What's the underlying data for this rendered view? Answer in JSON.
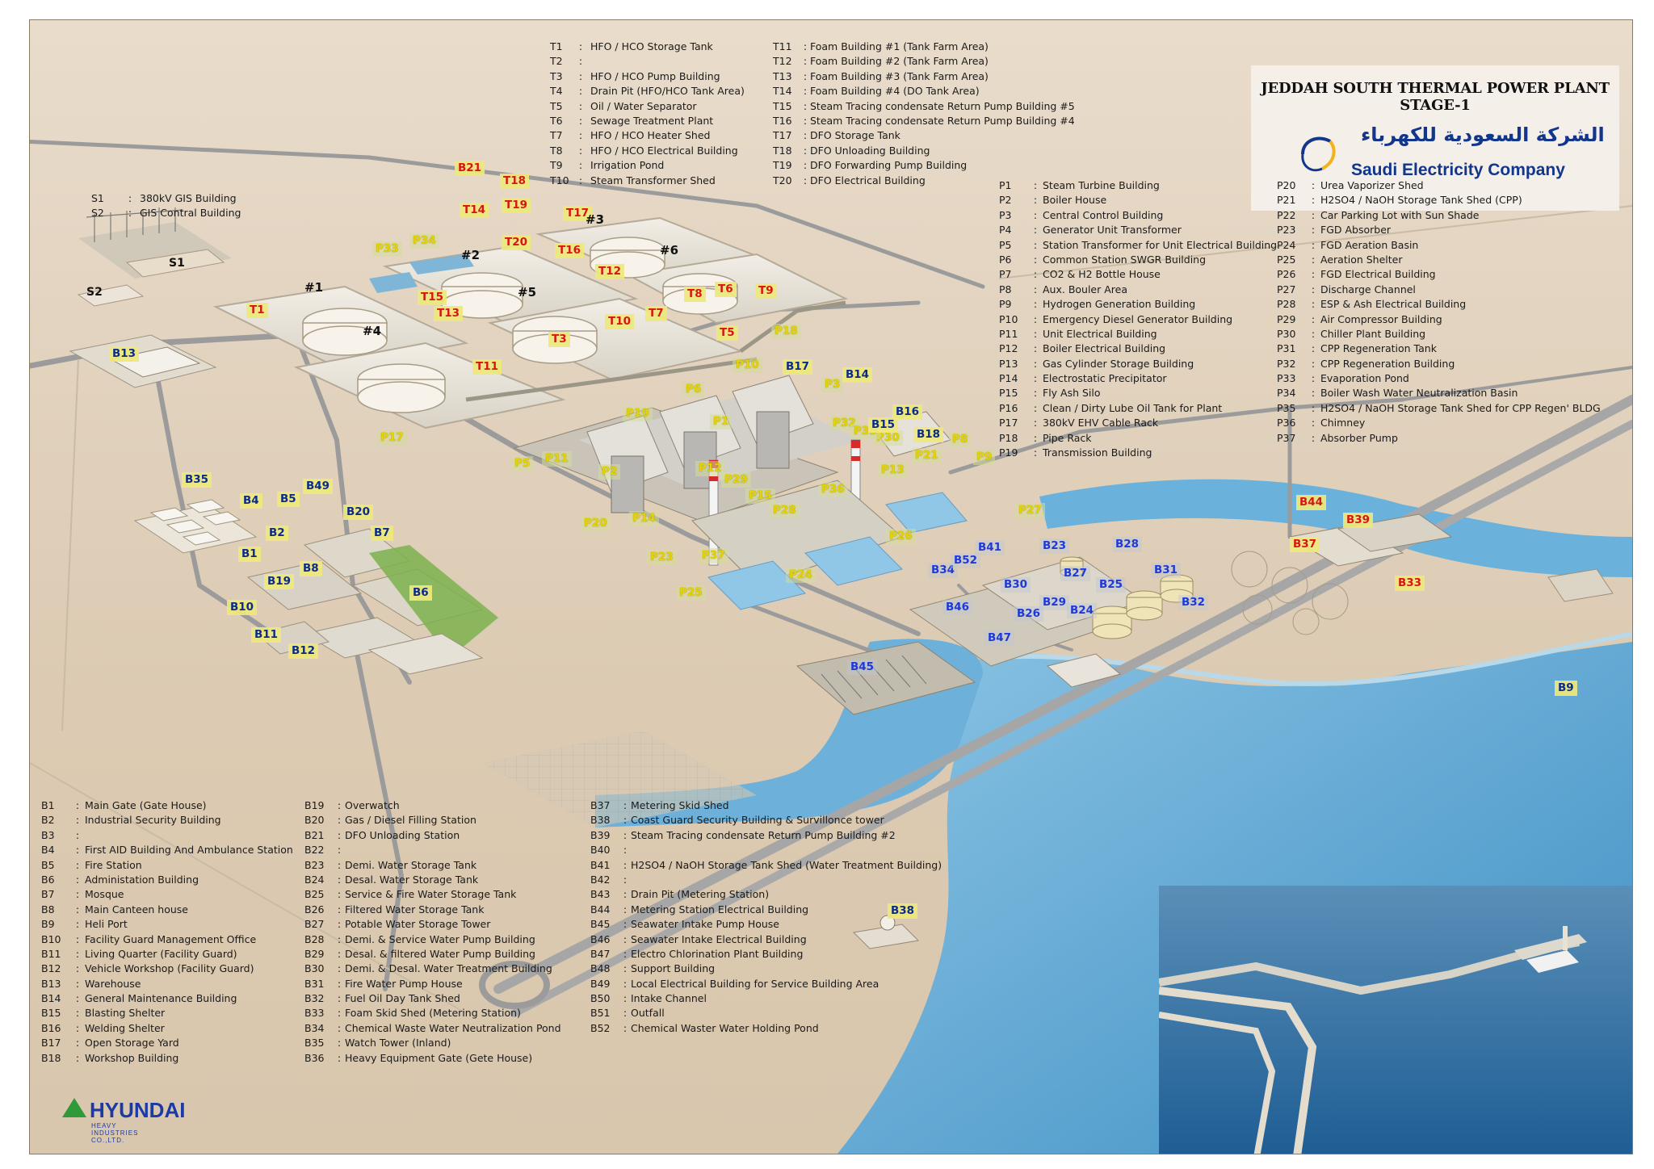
{
  "title": "JEDDAH SOUTH THERMAL POWER PLANT STAGE-1",
  "company": {
    "name_ar": "الشركة السعودية للكهرباء",
    "name_en": "Saudi Electricity Company"
  },
  "contractor": {
    "name": "HYUNDAI",
    "subtitle": "HEAVY INDUSTRIES CO.,LTD."
  },
  "colors": {
    "sand": "#e2d3bf",
    "sea": "#4f9ecf",
    "road": "#8f8f8f",
    "label_bg": "#eee87c",
    "blue_label": "#0b2b8c",
    "red_label": "#d81515",
    "yellow_label": "#e8d400"
  },
  "legend_s": [
    {
      "code": "S1",
      "desc": "380kV GIS Building"
    },
    {
      "code": "S2",
      "desc": "GIS Contral Building"
    }
  ],
  "legend_t1": [
    {
      "code": "T1",
      "desc": "HFO / HCO Storage Tank"
    },
    {
      "code": "T2",
      "desc": ""
    },
    {
      "code": "T3",
      "desc": "HFO / HCO Pump Building"
    },
    {
      "code": "T4",
      "desc": "Drain Pit (HFO/HCO Tank Area)"
    },
    {
      "code": "T5",
      "desc": "Oil / Water Separator"
    },
    {
      "code": "T6",
      "desc": "Sewage Treatment Plant"
    },
    {
      "code": "T7",
      "desc": "HFO / HCO Heater Shed"
    },
    {
      "code": "T8",
      "desc": "HFO / HCO Electrical Building"
    },
    {
      "code": "T9",
      "desc": "Irrigation Pond"
    },
    {
      "code": "T10",
      "desc": "Steam Transformer Shed"
    }
  ],
  "legend_t2": [
    {
      "code": "T11",
      "desc": "Foam Building #1 (Tank Farm Area)"
    },
    {
      "code": "T12",
      "desc": "Foam Building #2 (Tank Farm Area)"
    },
    {
      "code": "T13",
      "desc": "Foam Building #3 (Tank Farm Area)"
    },
    {
      "code": "T14",
      "desc": "Foam Building #4 (DO Tank Area)"
    },
    {
      "code": "T15",
      "desc": "Steam Tracing condensate Return Pump Building #5"
    },
    {
      "code": "T16",
      "desc": "Steam Tracing condensate Return Pump Building #4"
    },
    {
      "code": "T17",
      "desc": "DFO Storage Tank"
    },
    {
      "code": "T18",
      "desc": "DFO Unloading Building"
    },
    {
      "code": "T19",
      "desc": "DFO Forwarding Pump Building"
    },
    {
      "code": "T20",
      "desc": "DFO Electrical Building"
    }
  ],
  "legend_p1": [
    {
      "code": "P1",
      "desc": "Steam Turbine Building"
    },
    {
      "code": "P2",
      "desc": "Boiler House"
    },
    {
      "code": "P3",
      "desc": "Central Control Building"
    },
    {
      "code": "P4",
      "desc": "Generator Unit Transformer"
    },
    {
      "code": "P5",
      "desc": "Station Transformer for Unit Electrical Building"
    },
    {
      "code": "P6",
      "desc": "Common Station SWGR Building"
    },
    {
      "code": "P7",
      "desc": "CO2 & H2 Bottle House"
    },
    {
      "code": "P8",
      "desc": "Aux. Bouler Area"
    },
    {
      "code": "P9",
      "desc": "Hydrogen Generation Building"
    },
    {
      "code": "P10",
      "desc": "Emergency Diesel Generator Building"
    },
    {
      "code": "P11",
      "desc": "Unit Electrical Building"
    },
    {
      "code": "P12",
      "desc": "Boiler Electrical Building"
    },
    {
      "code": "P13",
      "desc": "Gas Cylinder Storage Building"
    },
    {
      "code": "P14",
      "desc": "Electrostatic Precipitator"
    },
    {
      "code": "P15",
      "desc": "Fly Ash Silo"
    },
    {
      "code": "P16",
      "desc": "Clean / Dirty Lube Oil Tank for Plant"
    },
    {
      "code": "P17",
      "desc": "380kV EHV Cable Rack"
    },
    {
      "code": "P18",
      "desc": "Pipe Rack"
    },
    {
      "code": "P19",
      "desc": "Transmission Building"
    }
  ],
  "legend_p2": [
    {
      "code": "P20",
      "desc": "Urea Vaporizer Shed"
    },
    {
      "code": "P21",
      "desc": "H2SO4 / NaOH Storage Tank Shed (CPP)"
    },
    {
      "code": "P22",
      "desc": "Car Parking Lot with Sun Shade"
    },
    {
      "code": "P23",
      "desc": "FGD Absorber"
    },
    {
      "code": "P24",
      "desc": "FGD Aeration Basin"
    },
    {
      "code": "P25",
      "desc": "Aeration Shelter"
    },
    {
      "code": "P26",
      "desc": "FGD Electrical Building"
    },
    {
      "code": "P27",
      "desc": "Discharge Channel"
    },
    {
      "code": "P28",
      "desc": "ESP & Ash Electrical Building"
    },
    {
      "code": "P29",
      "desc": "Air Compressor Building"
    },
    {
      "code": "P30",
      "desc": "Chiller Plant Building"
    },
    {
      "code": "P31",
      "desc": "CPP Regeneration Tank"
    },
    {
      "code": "P32",
      "desc": "CPP Regeneration Building"
    },
    {
      "code": "P33",
      "desc": "Evaporation Pond"
    },
    {
      "code": "P34",
      "desc": "Boiler Wash Water Neutralization Basin"
    },
    {
      "code": "P35",
      "desc": "H2SO4 / NaOH Storage Tank Shed for CPP Regen' BLDG"
    },
    {
      "code": "P36",
      "desc": "Chimney"
    },
    {
      "code": "P37",
      "desc": "Absorber Pump"
    }
  ],
  "legend_b1": [
    {
      "code": "B1",
      "desc": "Main Gate (Gate House)"
    },
    {
      "code": "B2",
      "desc": "Industrial Security Building"
    },
    {
      "code": "B3",
      "desc": ""
    },
    {
      "code": "B4",
      "desc": "First AID Building And Ambulance Station"
    },
    {
      "code": "B5",
      "desc": "Fire Station"
    },
    {
      "code": "B6",
      "desc": "Administation Building"
    },
    {
      "code": "B7",
      "desc": "Mosque"
    },
    {
      "code": "B8",
      "desc": "Main Canteen house"
    },
    {
      "code": "B9",
      "desc": "Heli Port"
    },
    {
      "code": "B10",
      "desc": "Facility Guard Management Office"
    },
    {
      "code": "B11",
      "desc": "Living Quarter (Facility Guard)"
    },
    {
      "code": "B12",
      "desc": "Vehicle Workshop (Facility Guard)"
    },
    {
      "code": "B13",
      "desc": "Warehouse"
    },
    {
      "code": "B14",
      "desc": "General Maintenance Building"
    },
    {
      "code": "B15",
      "desc": "Blasting Shelter"
    },
    {
      "code": "B16",
      "desc": "Welding Shelter"
    },
    {
      "code": "B17",
      "desc": "Open Storage Yard"
    },
    {
      "code": "B18",
      "desc": "Workshop Building"
    }
  ],
  "legend_b2": [
    {
      "code": "B19",
      "desc": "Overwatch"
    },
    {
      "code": "B20",
      "desc": "Gas / Diesel Filling Station"
    },
    {
      "code": "B21",
      "desc": "DFO Unloading Station"
    },
    {
      "code": "B22",
      "desc": ""
    },
    {
      "code": "B23",
      "desc": "Demi. Water Storage Tank"
    },
    {
      "code": "B24",
      "desc": "Desal. Water Storage Tank"
    },
    {
      "code": "B25",
      "desc": "Service & Fire Water Storage Tank"
    },
    {
      "code": "B26",
      "desc": "Filtered Water Storage Tank"
    },
    {
      "code": "B27",
      "desc": "Potable Water Storage Tower"
    },
    {
      "code": "B28",
      "desc": "Demi. & Service Water Pump Building"
    },
    {
      "code": "B29",
      "desc": "Desal. & filtered Water Pump Building"
    },
    {
      "code": "B30",
      "desc": "Demi. & Desal. Water Treatment Building"
    },
    {
      "code": "B31",
      "desc": "Fire Water Pump House"
    },
    {
      "code": "B32",
      "desc": "Fuel Oil Day Tank Shed"
    },
    {
      "code": "B33",
      "desc": "Foam Skid Shed (Metering Station)"
    },
    {
      "code": "B34",
      "desc": "Chemical Waste Water Neutralization Pond"
    },
    {
      "code": "B35",
      "desc": "Watch Tower (Inland)"
    },
    {
      "code": "B36",
      "desc": "Heavy Equipment Gate (Gete House)"
    }
  ],
  "legend_b3": [
    {
      "code": "B37",
      "desc": "Metering Skid Shed"
    },
    {
      "code": "B38",
      "desc": "Coast Guard Security Building & Survillonce tower"
    },
    {
      "code": "B39",
      "desc": "Steam Tracing condensate Return Pump Building #2"
    },
    {
      "code": "B40",
      "desc": ""
    },
    {
      "code": "B41",
      "desc": "H2SO4 / NaOH Storage Tank Shed (Water Treatment Building)"
    },
    {
      "code": "B42",
      "desc": ""
    },
    {
      "code": "B43",
      "desc": "Drain Pit (Metering Station)"
    },
    {
      "code": "B44",
      "desc": "Metering Station Electrical Building"
    },
    {
      "code": "B45",
      "desc": "Seawater Intake Pump House"
    },
    {
      "code": "B46",
      "desc": "Seawater Intake Electrical Building"
    },
    {
      "code": "B47",
      "desc": "Electro Chlorination Plant Building"
    },
    {
      "code": "B48",
      "desc": "Support Building"
    },
    {
      "code": "B49",
      "desc": "Local Electrical Building for Service Building Area"
    },
    {
      "code": "B50",
      "desc": "Intake Channel"
    },
    {
      "code": "B51",
      "desc": "Outfall"
    },
    {
      "code": "B52",
      "desc": "Chemical Waster Water Holding Pond"
    }
  ],
  "tank_numbers": [
    "#1",
    "#2",
    "#3",
    "#4",
    "#5",
    "#6"
  ],
  "map_labels": {
    "S1": "S1",
    "S2": "S2",
    "T1": "T1",
    "T3": "T3",
    "T5": "T5",
    "T6": "T6",
    "T7": "T7",
    "T8": "T8",
    "T9": "T9",
    "T10": "T10",
    "T11": "T11",
    "T12": "T12",
    "T13": "T13",
    "T14": "T14",
    "T15": "T15",
    "T16": "T16",
    "T17": "T17",
    "T18": "T18",
    "T19": "T19",
    "T20": "T20",
    "P1": "P1",
    "P2": "P2",
    "P3": "P3",
    "P5": "P5",
    "P6": "P6",
    "P8": "P8",
    "P9": "P9",
    "P10": "P10",
    "P11": "P11",
    "P12": "P12",
    "P13": "P13",
    "P14": "P14",
    "P15": "P15",
    "P17": "P17",
    "P18": "P18",
    "P19": "P19",
    "P20": "P20",
    "P21": "P21",
    "P23": "P23",
    "P24": "P24",
    "P25": "P25",
    "P26": "P26",
    "P27": "P27",
    "P28": "P28",
    "P29": "P29",
    "P30": "P30",
    "P32": "P32",
    "P33": "P33",
    "P34": "P34",
    "P35": "P35",
    "P36": "P36",
    "P37": "P37",
    "B1": "B1",
    "B2": "B2",
    "B4": "B4",
    "B5": "B5",
    "B6": "B6",
    "B7": "B7",
    "B8": "B8",
    "B9": "B9",
    "B10": "B10",
    "B11": "B11",
    "B12": "B12",
    "B13": "B13",
    "B14": "B14",
    "B15": "B15",
    "B16": "B16",
    "B17": "B17",
    "B18": "B18",
    "B19": "B19",
    "B20": "B20",
    "B21": "B21",
    "B23": "B23",
    "B24": "B24",
    "B25": "B25",
    "B26": "B26",
    "B27": "B27",
    "B28": "B28",
    "B29": "B29",
    "B30": "B30",
    "B31": "B31",
    "B32": "B32",
    "B33": "B33",
    "B34": "B34",
    "B35": "B35",
    "B37": "B37",
    "B38": "B38",
    "B39": "B39",
    "B41": "B41",
    "B44": "B44",
    "B45": "B45",
    "B46": "B46",
    "B47": "B47",
    "B49": "B49",
    "B52": "B52"
  }
}
